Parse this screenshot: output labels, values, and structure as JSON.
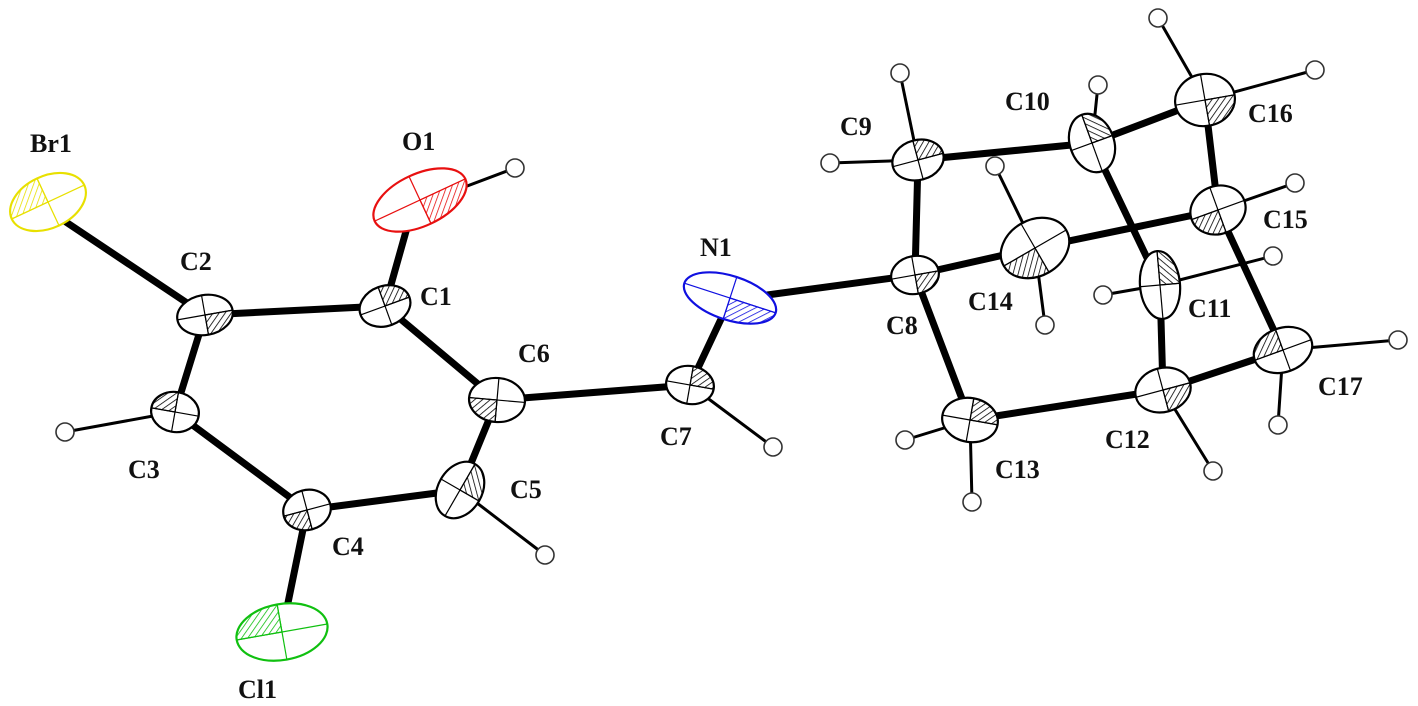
{
  "diagram": {
    "type": "ORTEP molecular structure",
    "atom_labels": {
      "Br1": "Br1",
      "O1": "O1",
      "C1": "C1",
      "C2": "C2",
      "C3": "C3",
      "C4": "C4",
      "C5": "C5",
      "C6": "C6",
      "C7": "C7",
      "N1": "N1",
      "C8": "C8",
      "C9": "C9",
      "C10": "C10",
      "C11": "C11",
      "C12": "C12",
      "C13": "C13",
      "C14": "C14",
      "C15": "C15",
      "C16": "C16",
      "C17": "C17",
      "Cl1": "Cl1"
    },
    "colors": {
      "Br": "#e8e000",
      "O": "#e81010",
      "N": "#1010e0",
      "Cl": "#10c010",
      "C": "#000000",
      "H": "#333333"
    }
  }
}
